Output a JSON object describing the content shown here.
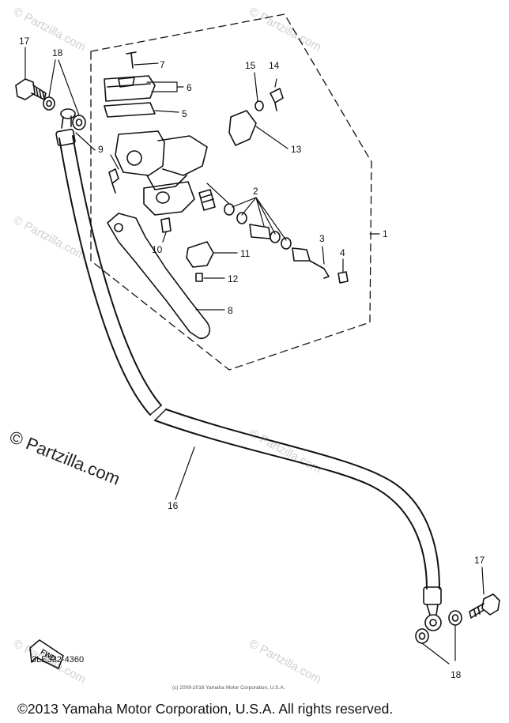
{
  "callouts": {
    "c1": "1",
    "c2": "2",
    "c3": "3",
    "c4": "4",
    "c5": "5",
    "c6": "6",
    "c7": "7",
    "c8": "8",
    "c9": "9",
    "c10": "10",
    "c11": "11",
    "c12": "12",
    "c13": "13",
    "c14": "14",
    "c15": "15",
    "c16": "16",
    "c17a": "17",
    "c17b": "17",
    "c18a": "18",
    "c18b": "18"
  },
  "fwd_label": "FWD",
  "watermark_text": "© Partzilla.com",
  "part_number": "3LE332-4360",
  "small_copyright": "(c) 2009-2016 Yamaha Motor Corporation, U.S.A.",
  "footer_copyright": "©2013 Yamaha Motor Corporation, U.S.A. All rights reserved."
}
